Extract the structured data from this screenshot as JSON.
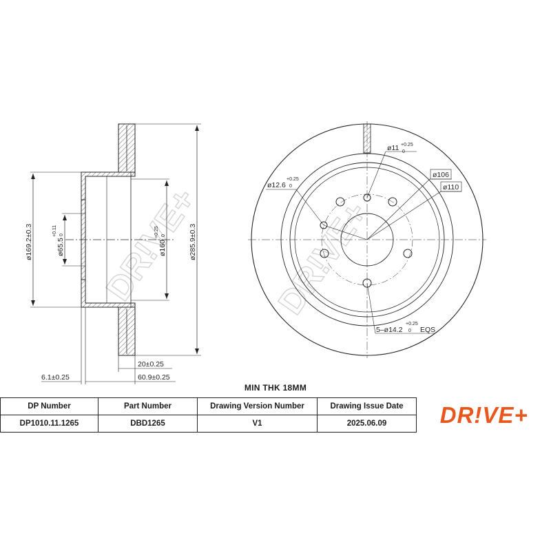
{
  "side_view": {
    "d_outer": "ø285.9±0.3",
    "d_hat": "ø169.2±0.3",
    "d_bore": "ø65.5",
    "d_bore_tol": "+0.11",
    "d_bore_tol_low": "0",
    "d_pcd": "ø160",
    "d_pcd_tol": "+0.25",
    "d_pcd_tol_low": "0",
    "thickness": "20±0.25",
    "hat_depth": "6.1±0.25",
    "overall_height": "60.9±0.25"
  },
  "front_view": {
    "stud_hole": "ø11",
    "stud_hole_tol": "+0.25",
    "stud_hole_tol_low": "0",
    "small_hole": "ø12.6",
    "small_hole_tol": "+0.25",
    "small_hole_tol_low": "0",
    "circle_106": "ø106",
    "circle_110": "ø110",
    "bolt_holes": "5–ø14.2",
    "bolt_holes_tol": "+0.25",
    "bolt_holes_tol_low": "0",
    "bolt_holes_suffix": "EQS"
  },
  "watermark": "DR!VE+",
  "min_thickness": "MIN THK 18MM",
  "table": {
    "headers": [
      "DP Number",
      "Part Number",
      "Drawing Version Number",
      "Drawing Issue Date"
    ],
    "values": [
      "DP1010.11.1265",
      "DBD1265",
      "V1",
      "2025.06.09"
    ]
  },
  "logo": "DR!VE+",
  "colors": {
    "logo": "#e8581c",
    "line": "#222222",
    "watermark": "#d9d9d9"
  }
}
